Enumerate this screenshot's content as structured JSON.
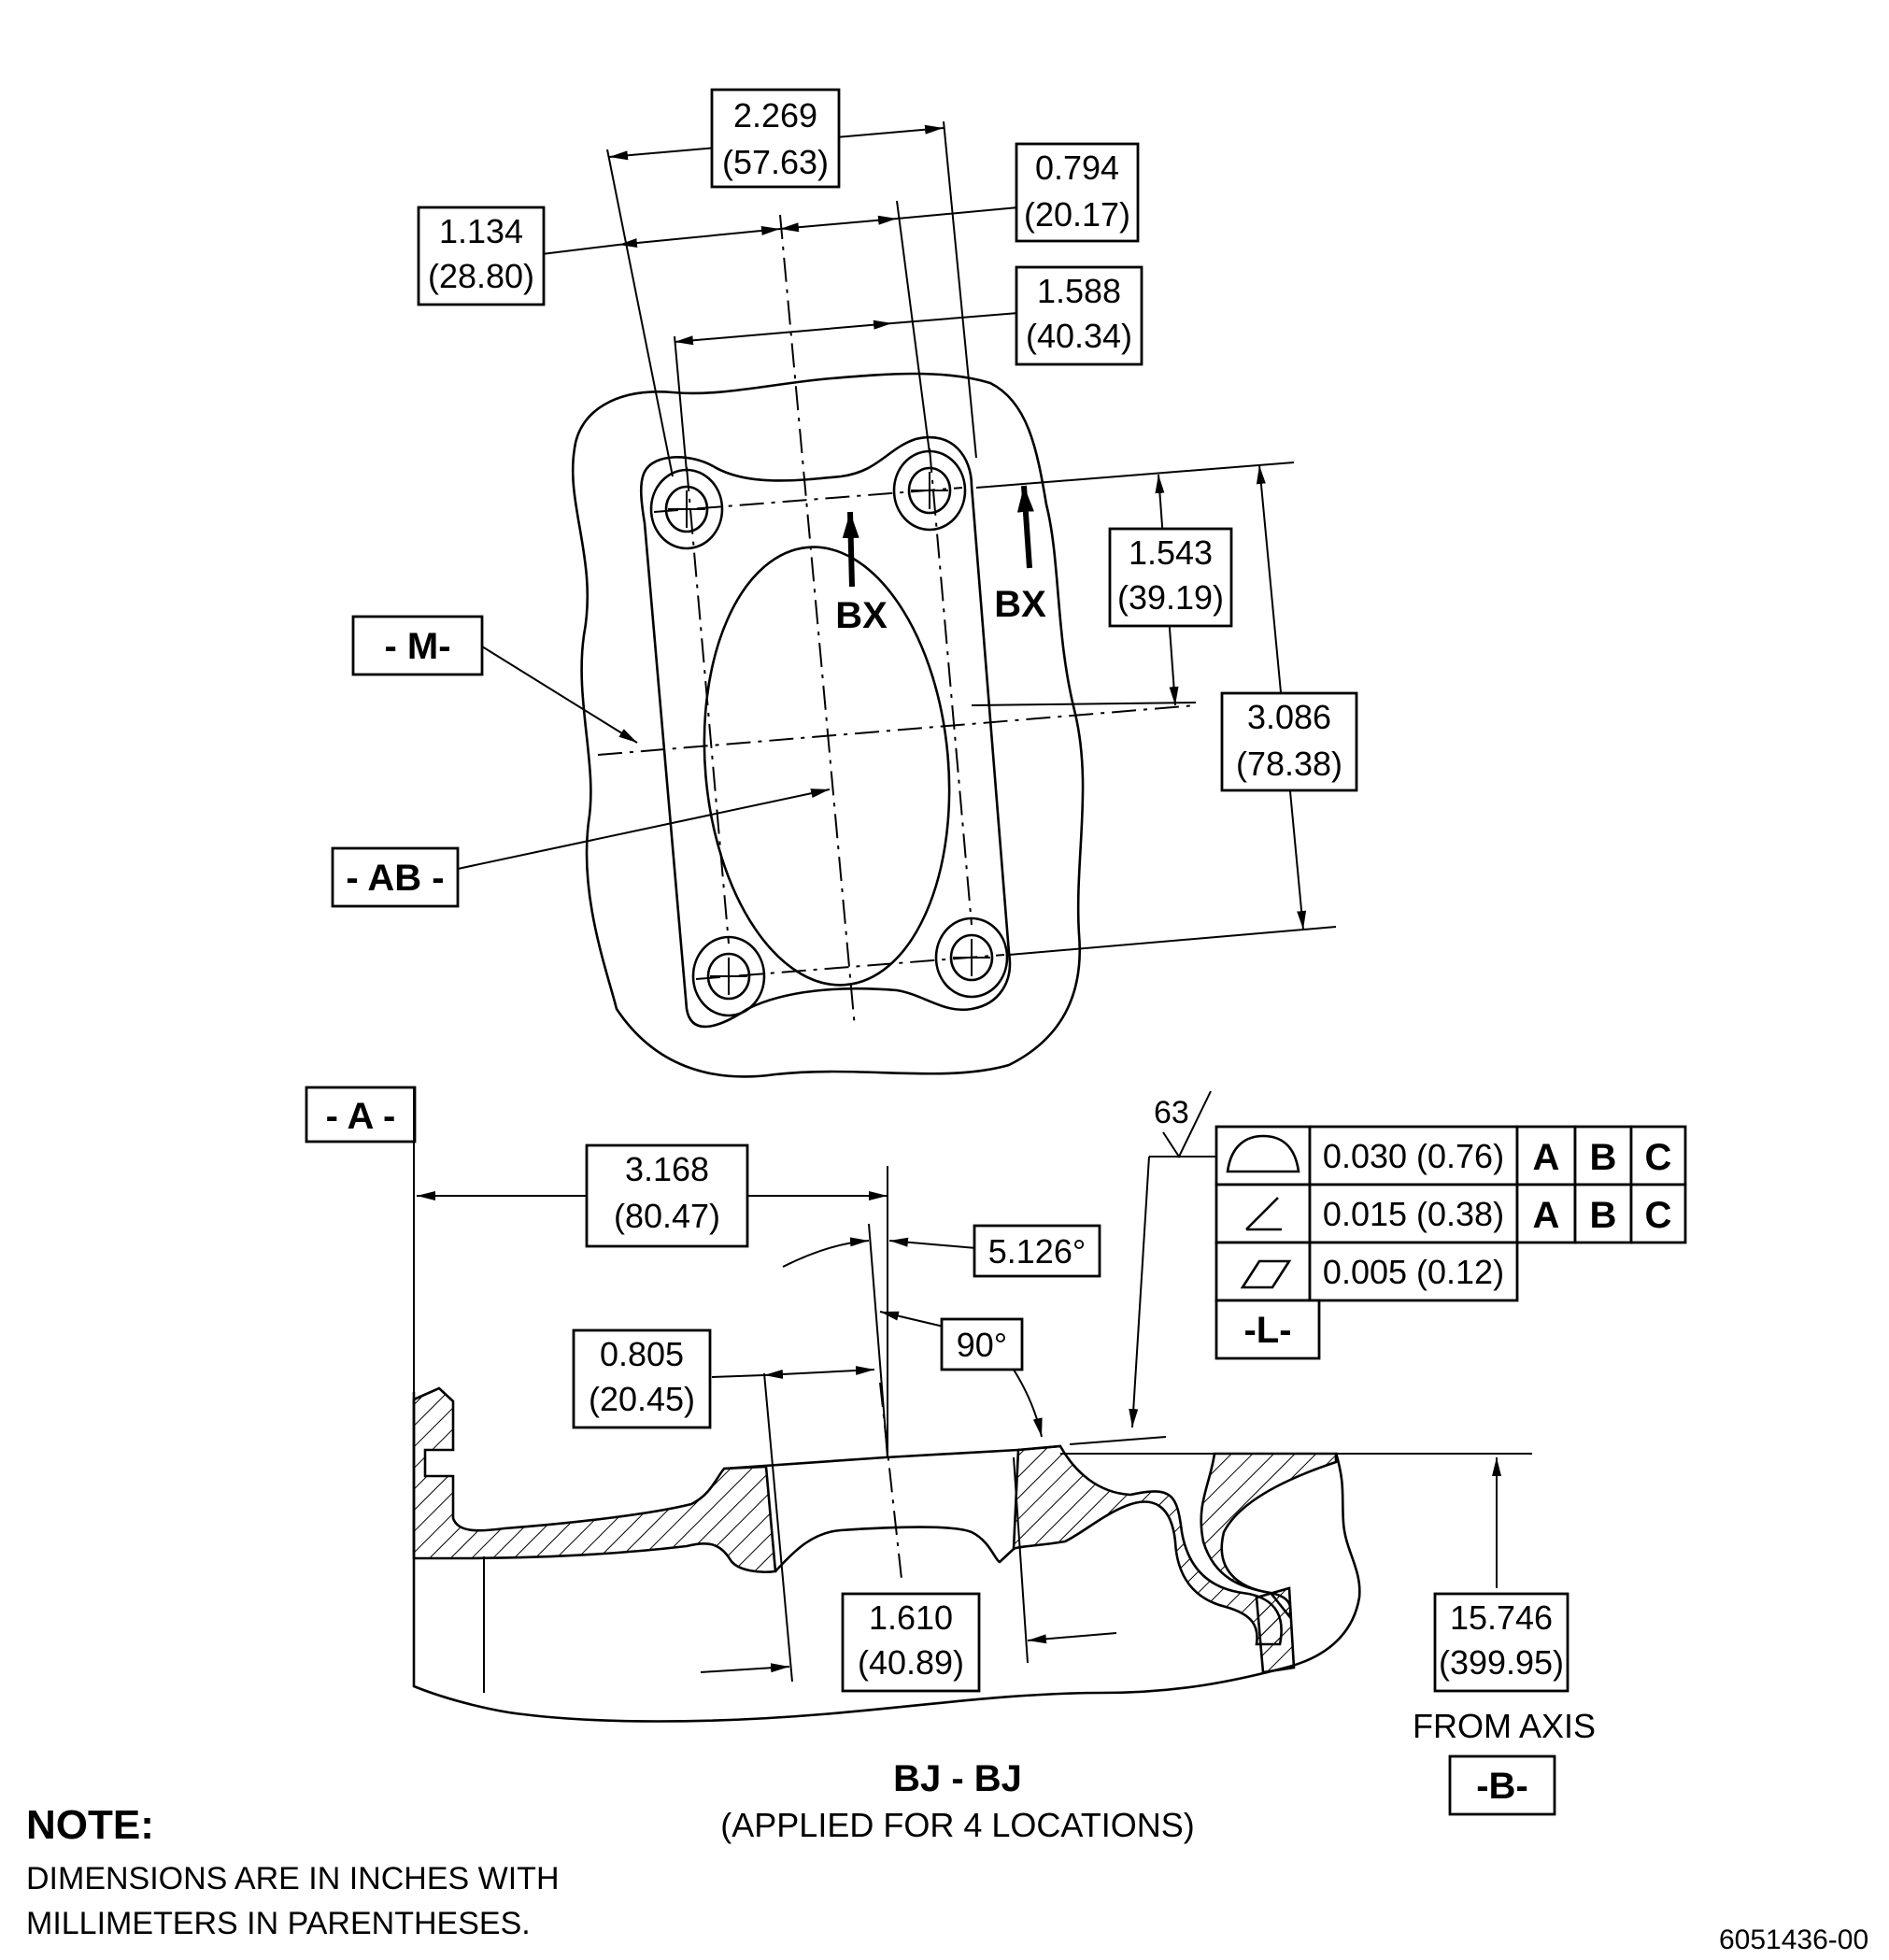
{
  "top_view": {
    "dims": {
      "d1": [
        "2.269",
        "(57.63)"
      ],
      "d2": [
        "0.794",
        "(20.17)"
      ],
      "d3": [
        "1.134",
        "(28.80)"
      ],
      "d4": [
        "1.588",
        "(40.34)"
      ],
      "d5": [
        "1.543",
        "(39.19)"
      ],
      "d6": [
        "3.086",
        "(78.38)"
      ]
    },
    "datum_m": "- M-",
    "datum_ab": "- AB -",
    "section_mark_left": "BX",
    "section_mark_right": "BX"
  },
  "section_view": {
    "datum_a": "- A -",
    "dim_3168": [
      "3.168",
      "(80.47)"
    ],
    "angle_5126": "5.126°",
    "angle_90": "90°",
    "dim_0805": [
      "0.805",
      "(20.45)"
    ],
    "dim_1610": [
      "1.610",
      "(40.89)"
    ],
    "dim_15746": [
      "15.746",
      "(399.95)"
    ],
    "from_axis": "FROM AXIS",
    "datum_b": "-B-",
    "surface_finish": "63",
    "fcf": {
      "row1": {
        "tolerance": "0.030 (0.76)",
        "datums": [
          "A",
          "B",
          "C"
        ]
      },
      "row2": {
        "tolerance": "0.015 (0.38)",
        "datums": [
          "A",
          "B",
          "C"
        ]
      },
      "row3": {
        "tolerance": "0.005 (0.12)"
      },
      "datum_l": "-L-"
    },
    "title": "BJ - BJ",
    "subtitle": "(APPLIED FOR 4 LOCATIONS)"
  },
  "note": {
    "heading": "NOTE:",
    "line1": "DIMENSIONS ARE IN INCHES WITH",
    "line2": "MILLIMETERS IN PARENTHESES."
  },
  "drawing_id": "6051436-00"
}
